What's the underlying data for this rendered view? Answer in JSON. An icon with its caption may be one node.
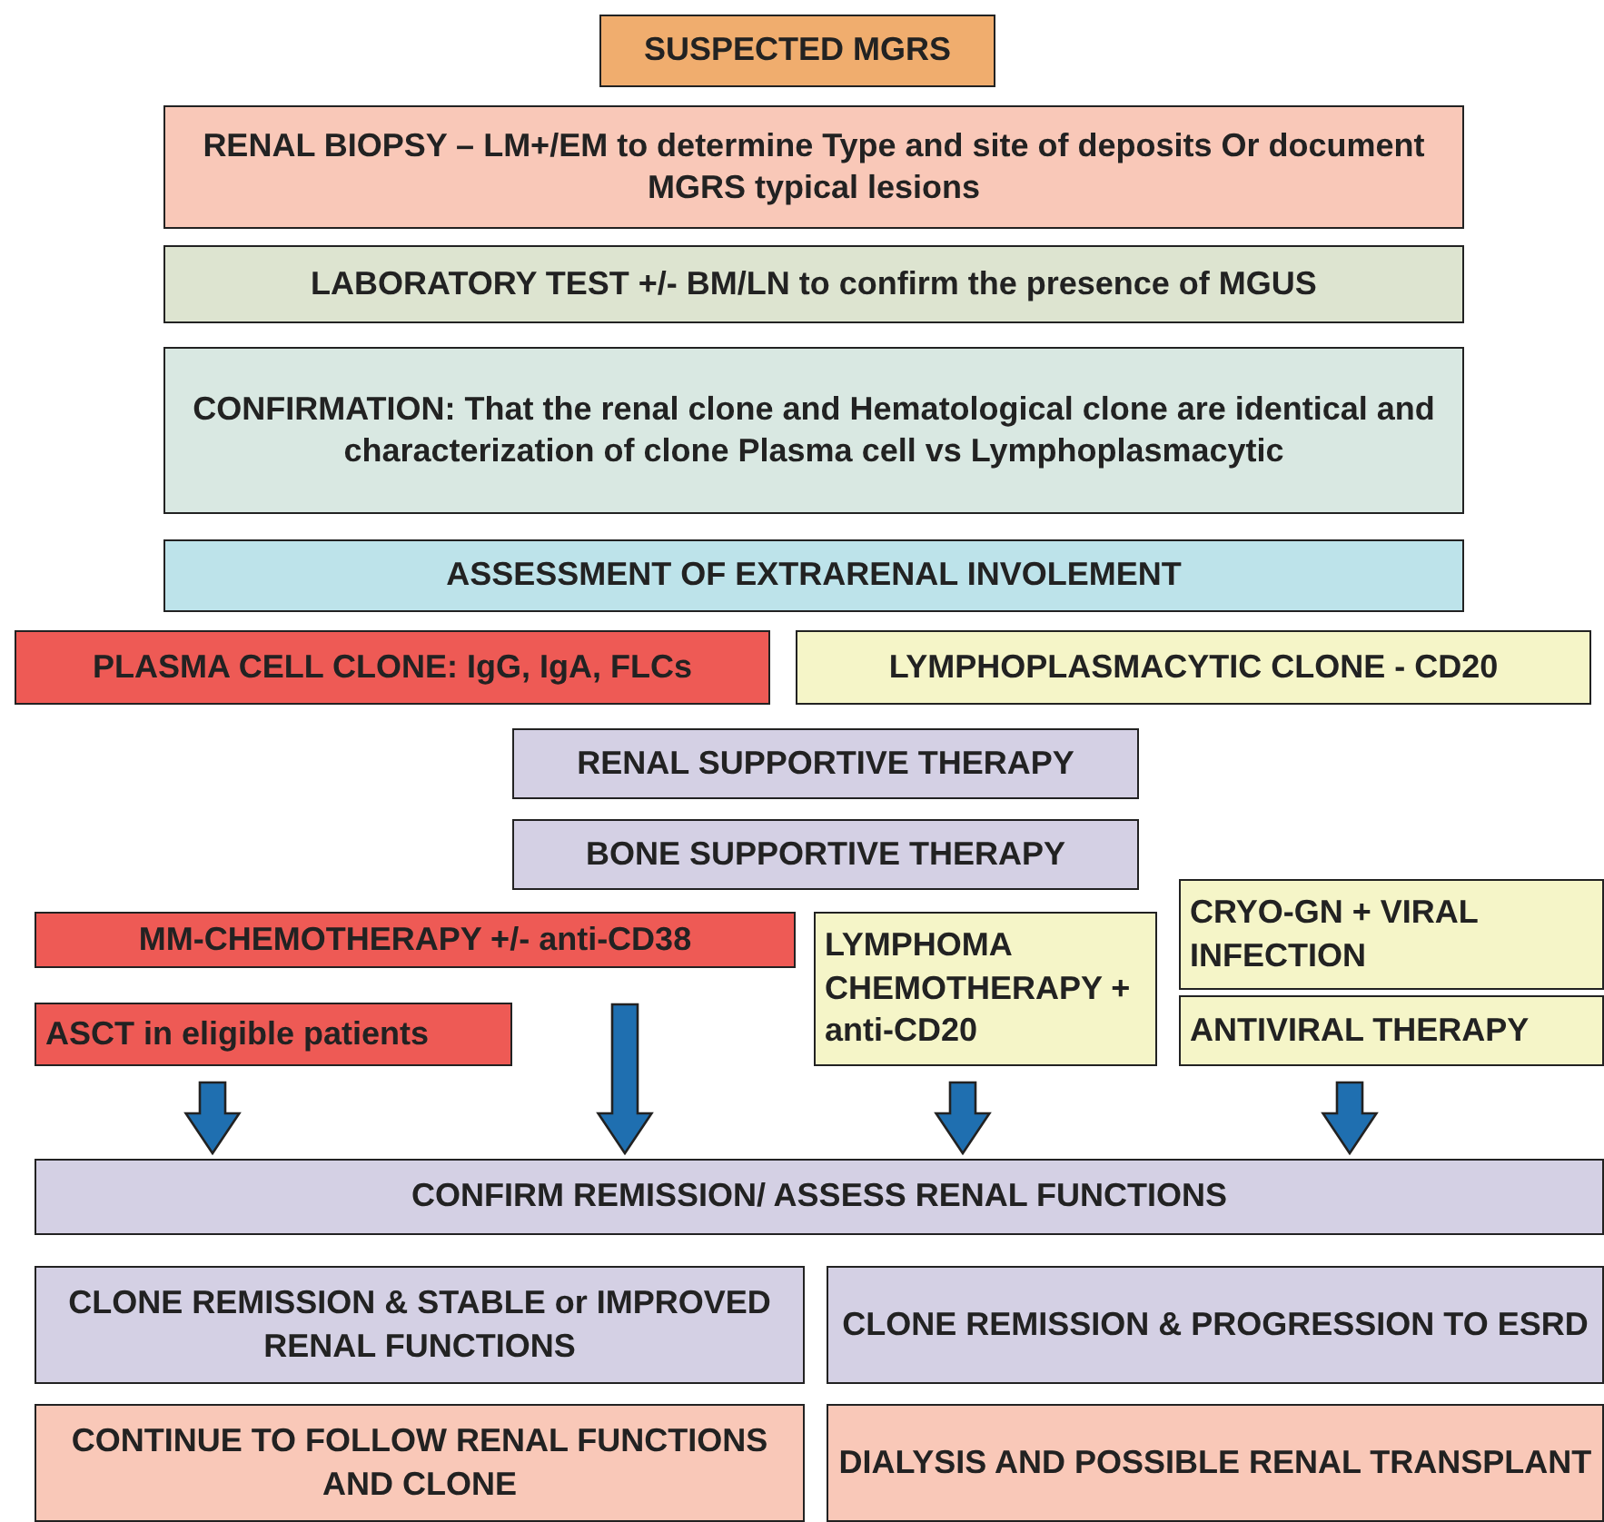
{
  "diagram": {
    "nodes": [
      {
        "text": [
          "SUSPECTED MGRS"
        ]
      },
      {
        "text": [
          "RENAL BIOPSY – LM+/EM to determine Type and site of deposits Or document MGRS typical lesions"
        ]
      },
      {
        "text": [
          "LABORATORY TEST +/- BM/LN to confirm the presence of MGUS"
        ]
      },
      {
        "text": [
          "CONFIRMATION: That the renal clone and Hematological clone are identical and characterization of clone Plasma cell vs Lymphoplasmacytic"
        ]
      },
      {
        "text": [
          "ASSESSMENT OF EXTRARENAL INVOLEMENT"
        ]
      },
      {
        "text": [
          "PLASMA CELL CLONE: IgG, IgA, FLCs"
        ]
      },
      {
        "text": [
          "LYMPHOPLASMACYTIC CLONE - CD20"
        ]
      },
      {
        "text": [
          "RENAL SUPPORTIVE THERAPY"
        ]
      },
      {
        "text": [
          "BONE SUPPORTIVE THERAPY"
        ]
      },
      {
        "text": [
          "MM-CHEMOTHERAPY +/- anti-CD38"
        ]
      },
      {
        "text": [
          "ASCT in eligible patients"
        ]
      },
      {
        "text": [
          "LYMPHOMA CHEMOTHERAPY + anti-CD20"
        ]
      },
      {
        "text": [
          "CRYO-GN + VIRAL INFECTION"
        ]
      },
      {
        "text": [
          "ANTIVIRAL THERAPY"
        ]
      },
      {
        "text": [
          "CONFIRM REMISSION/ ASSESS RENAL FUNCTIONS"
        ]
      },
      {
        "text": [
          "CLONE REMISSION & STABLE or IMPROVED RENAL FUNCTIONS"
        ]
      },
      {
        "text": [
          "CLONE REMISSION & PROGRESSION TO ESRD"
        ]
      },
      {
        "text": [
          "CONTINUE TO FOLLOW RENAL FUNCTIONS AND CLONE"
        ]
      },
      {
        "text": [
          "DIALYSIS AND POSSIBLE RENAL TRANSPLANT"
        ]
      }
    ],
    "edges": [
      {
        "from": 10,
        "to": 14,
        "arrow": "to",
        "style": "thick"
      },
      {
        "from": 9,
        "to": 14,
        "arrow": "to",
        "style": "thick"
      },
      {
        "from": 11,
        "to": 14,
        "arrow": "to",
        "style": "thick"
      },
      {
        "from": 13,
        "to": 14,
        "arrow": "to",
        "style": "thick"
      }
    ]
  }
}
